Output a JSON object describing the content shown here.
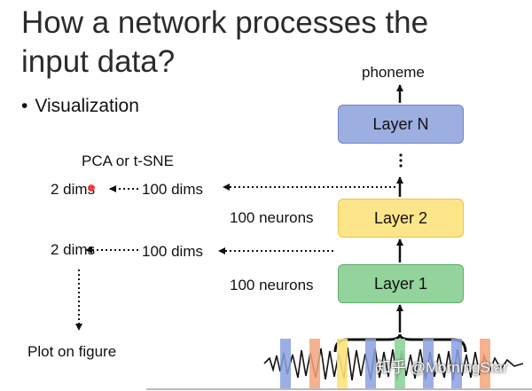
{
  "title": {
    "line1": "How a network processes the",
    "line2": "input data?"
  },
  "bullet": {
    "symbol": "•",
    "text": "Visualization"
  },
  "layers": {
    "top_output": "phoneme",
    "layer_n": "Layer N",
    "layer_2": "Layer 2",
    "layer_1": "Layer 1",
    "ellipsis": "⋮"
  },
  "labels": {
    "pca": "PCA or t-SNE",
    "upper_2dims": "2 dims",
    "upper_100dims": "100 dims",
    "lower_2dims": "2 dims",
    "lower_100dims": "100 dims",
    "neurons_layer2": "100 neurons",
    "neurons_layer1": "100 neurons",
    "plot": "Plot on figure"
  },
  "watermark": "知乎 @MorningStar",
  "colors": {
    "blue_frame": "#8aa0e0",
    "orange_frame": "#f3a57a",
    "yellow_frame": "#fde37a",
    "green_frame": "#8ed39a"
  }
}
